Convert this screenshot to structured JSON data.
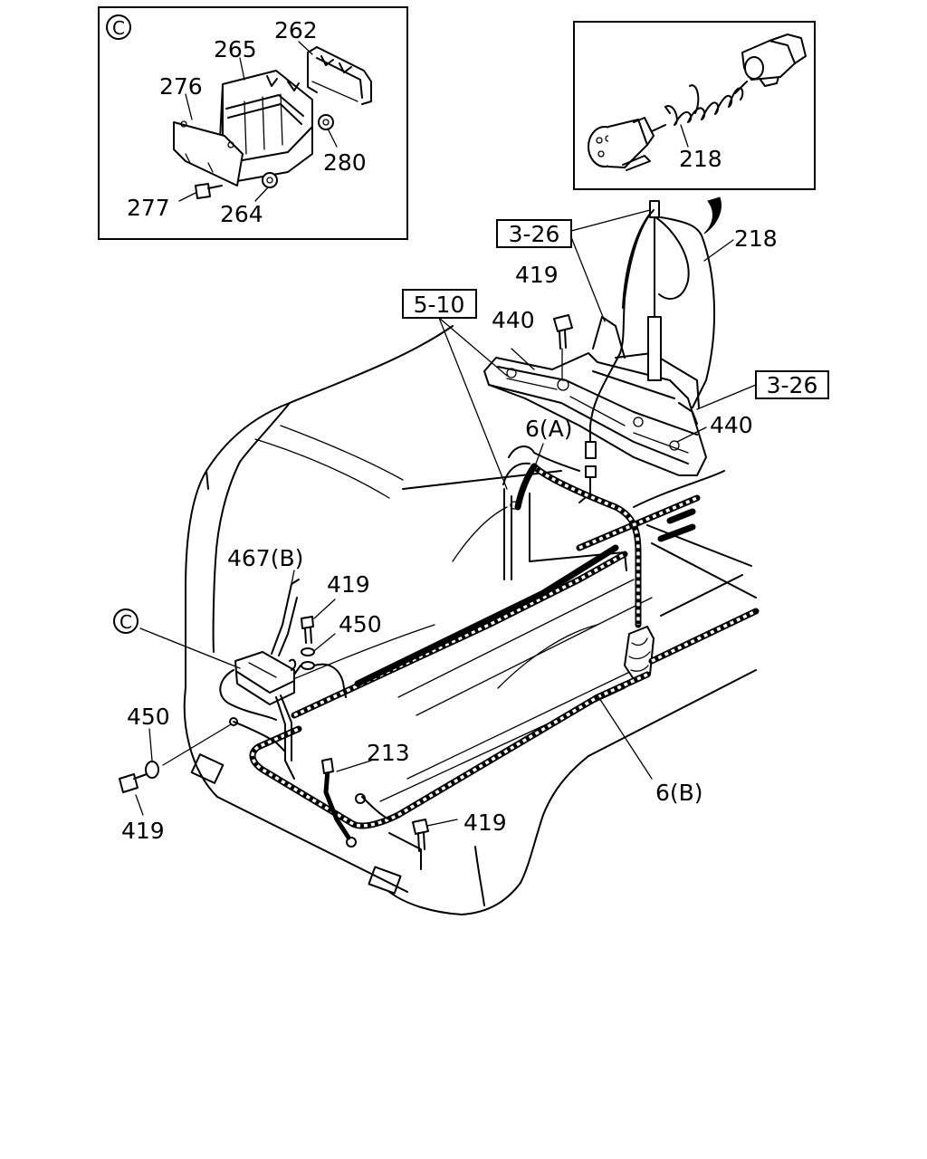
{
  "labels": {
    "c_symbol": "C",
    "inset_c": {
      "p262": "262",
      "p265": "265",
      "p276": "276",
      "p280": "280",
      "p277": "277",
      "p264": "264"
    },
    "inset_connector": {
      "p218": "218"
    },
    "main": {
      "ref_3_26_top": "3-26",
      "p218": "218",
      "p419_top": "419",
      "ref_5_10": "5-10",
      "p440_left": "440",
      "ref_3_26_right": "3-26",
      "p440_right": "440",
      "p6a": "6(A)",
      "p467b": "467(B)",
      "p419_mid": "419",
      "p450_mid": "450",
      "p450_left": "450",
      "p213": "213",
      "p419_left": "419",
      "p419_bottom": "419",
      "p6b": "6(B)"
    }
  }
}
